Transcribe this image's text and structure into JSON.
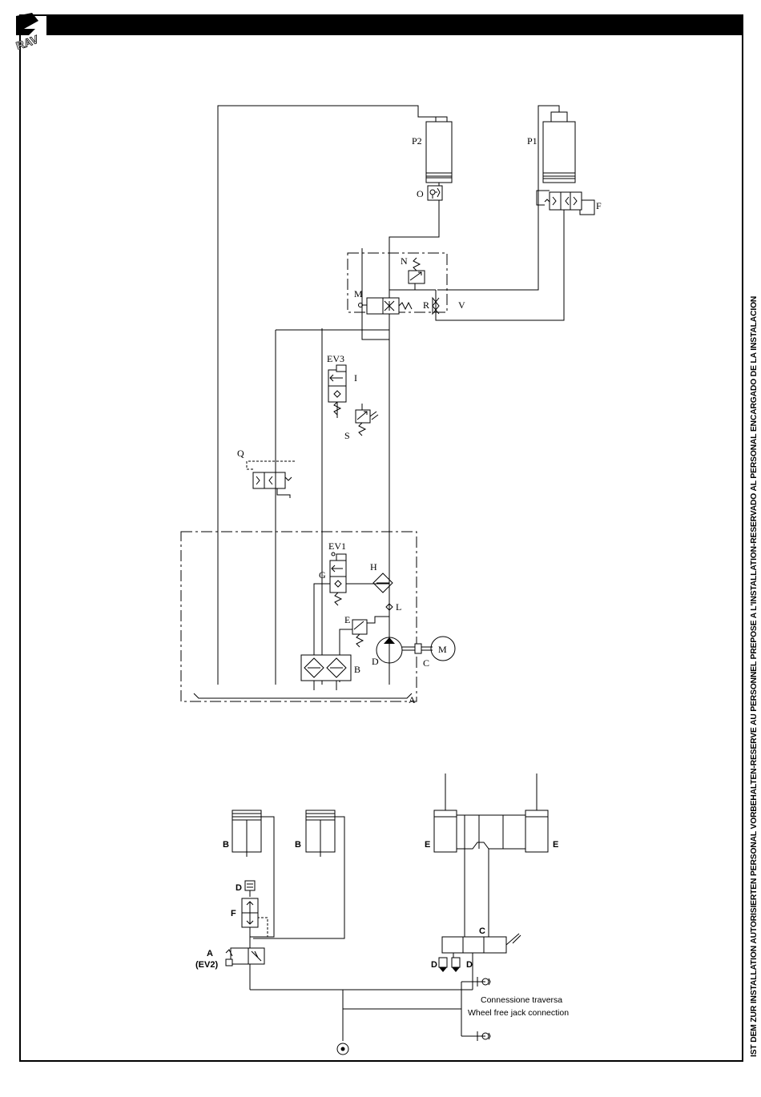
{
  "sidebar_text": "IST DEM ZUR INSTALLATION AUTORISIERTEN PERSONAL VORBEHALTEN-RESERVE AU PERSONNEL PREPOSE A L'INSTALLATION-RESERVADO AL PERSONAL ENCARGADO DE LA INSTALACION",
  "logo_text": "RAV",
  "top_diagram": {
    "labels": {
      "p2": "P2",
      "p1": "P1",
      "o": "O",
      "f": "F",
      "n": "N",
      "m": "M",
      "r": "R",
      "v": "V",
      "ev3": "EV3",
      "i": "I",
      "s": "S",
      "q": "Q",
      "ev1": "EV1",
      "g": "G",
      "h": "H",
      "l": "L",
      "e": "E",
      "d": "D",
      "b": "B",
      "c": "C",
      "motor": "M",
      "a": "A"
    }
  },
  "bottom_diagram": {
    "labels": {
      "b1": "B",
      "b2": "B",
      "e1": "E",
      "e2": "E",
      "d_top": "D",
      "f": "F",
      "c": "C",
      "d_left": "D",
      "d_right": "D",
      "a": "A",
      "ev2": "(EV2)"
    },
    "connection_it": "Connessione traversa",
    "connection_en": "Wheel free jack connection"
  }
}
